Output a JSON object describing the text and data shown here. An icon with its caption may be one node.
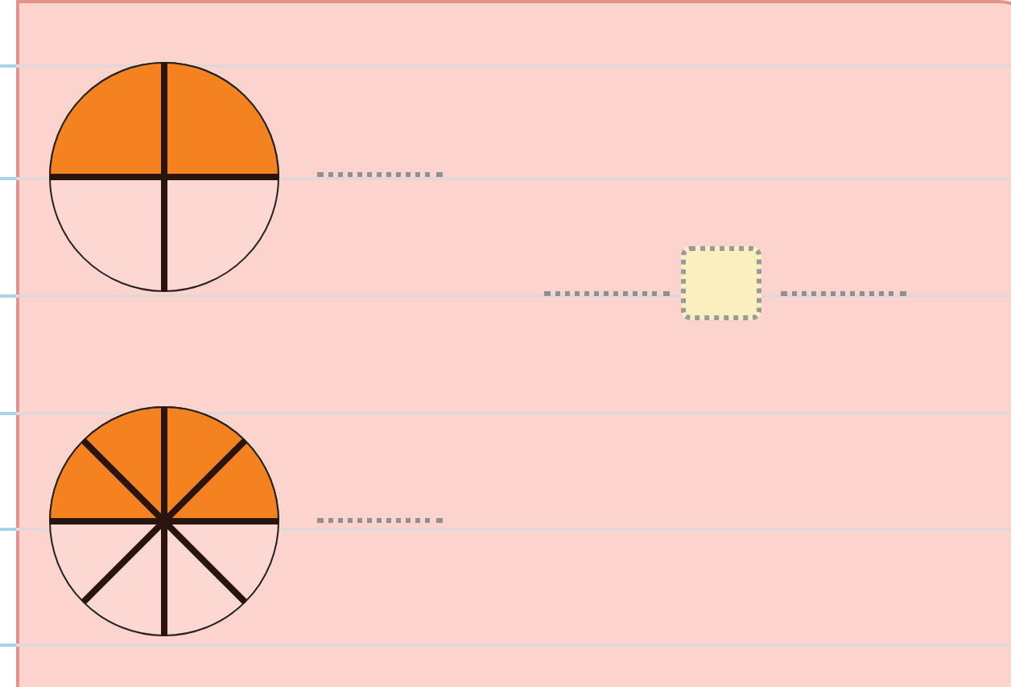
{
  "diagram": {
    "nodes": [
      {
        "text": [],
        "shape": "circle"
      },
      {
        "text": [],
        "shape": "circle"
      },
      {
        "text": [],
        "shape": "box"
      }
    ]
  }
}
